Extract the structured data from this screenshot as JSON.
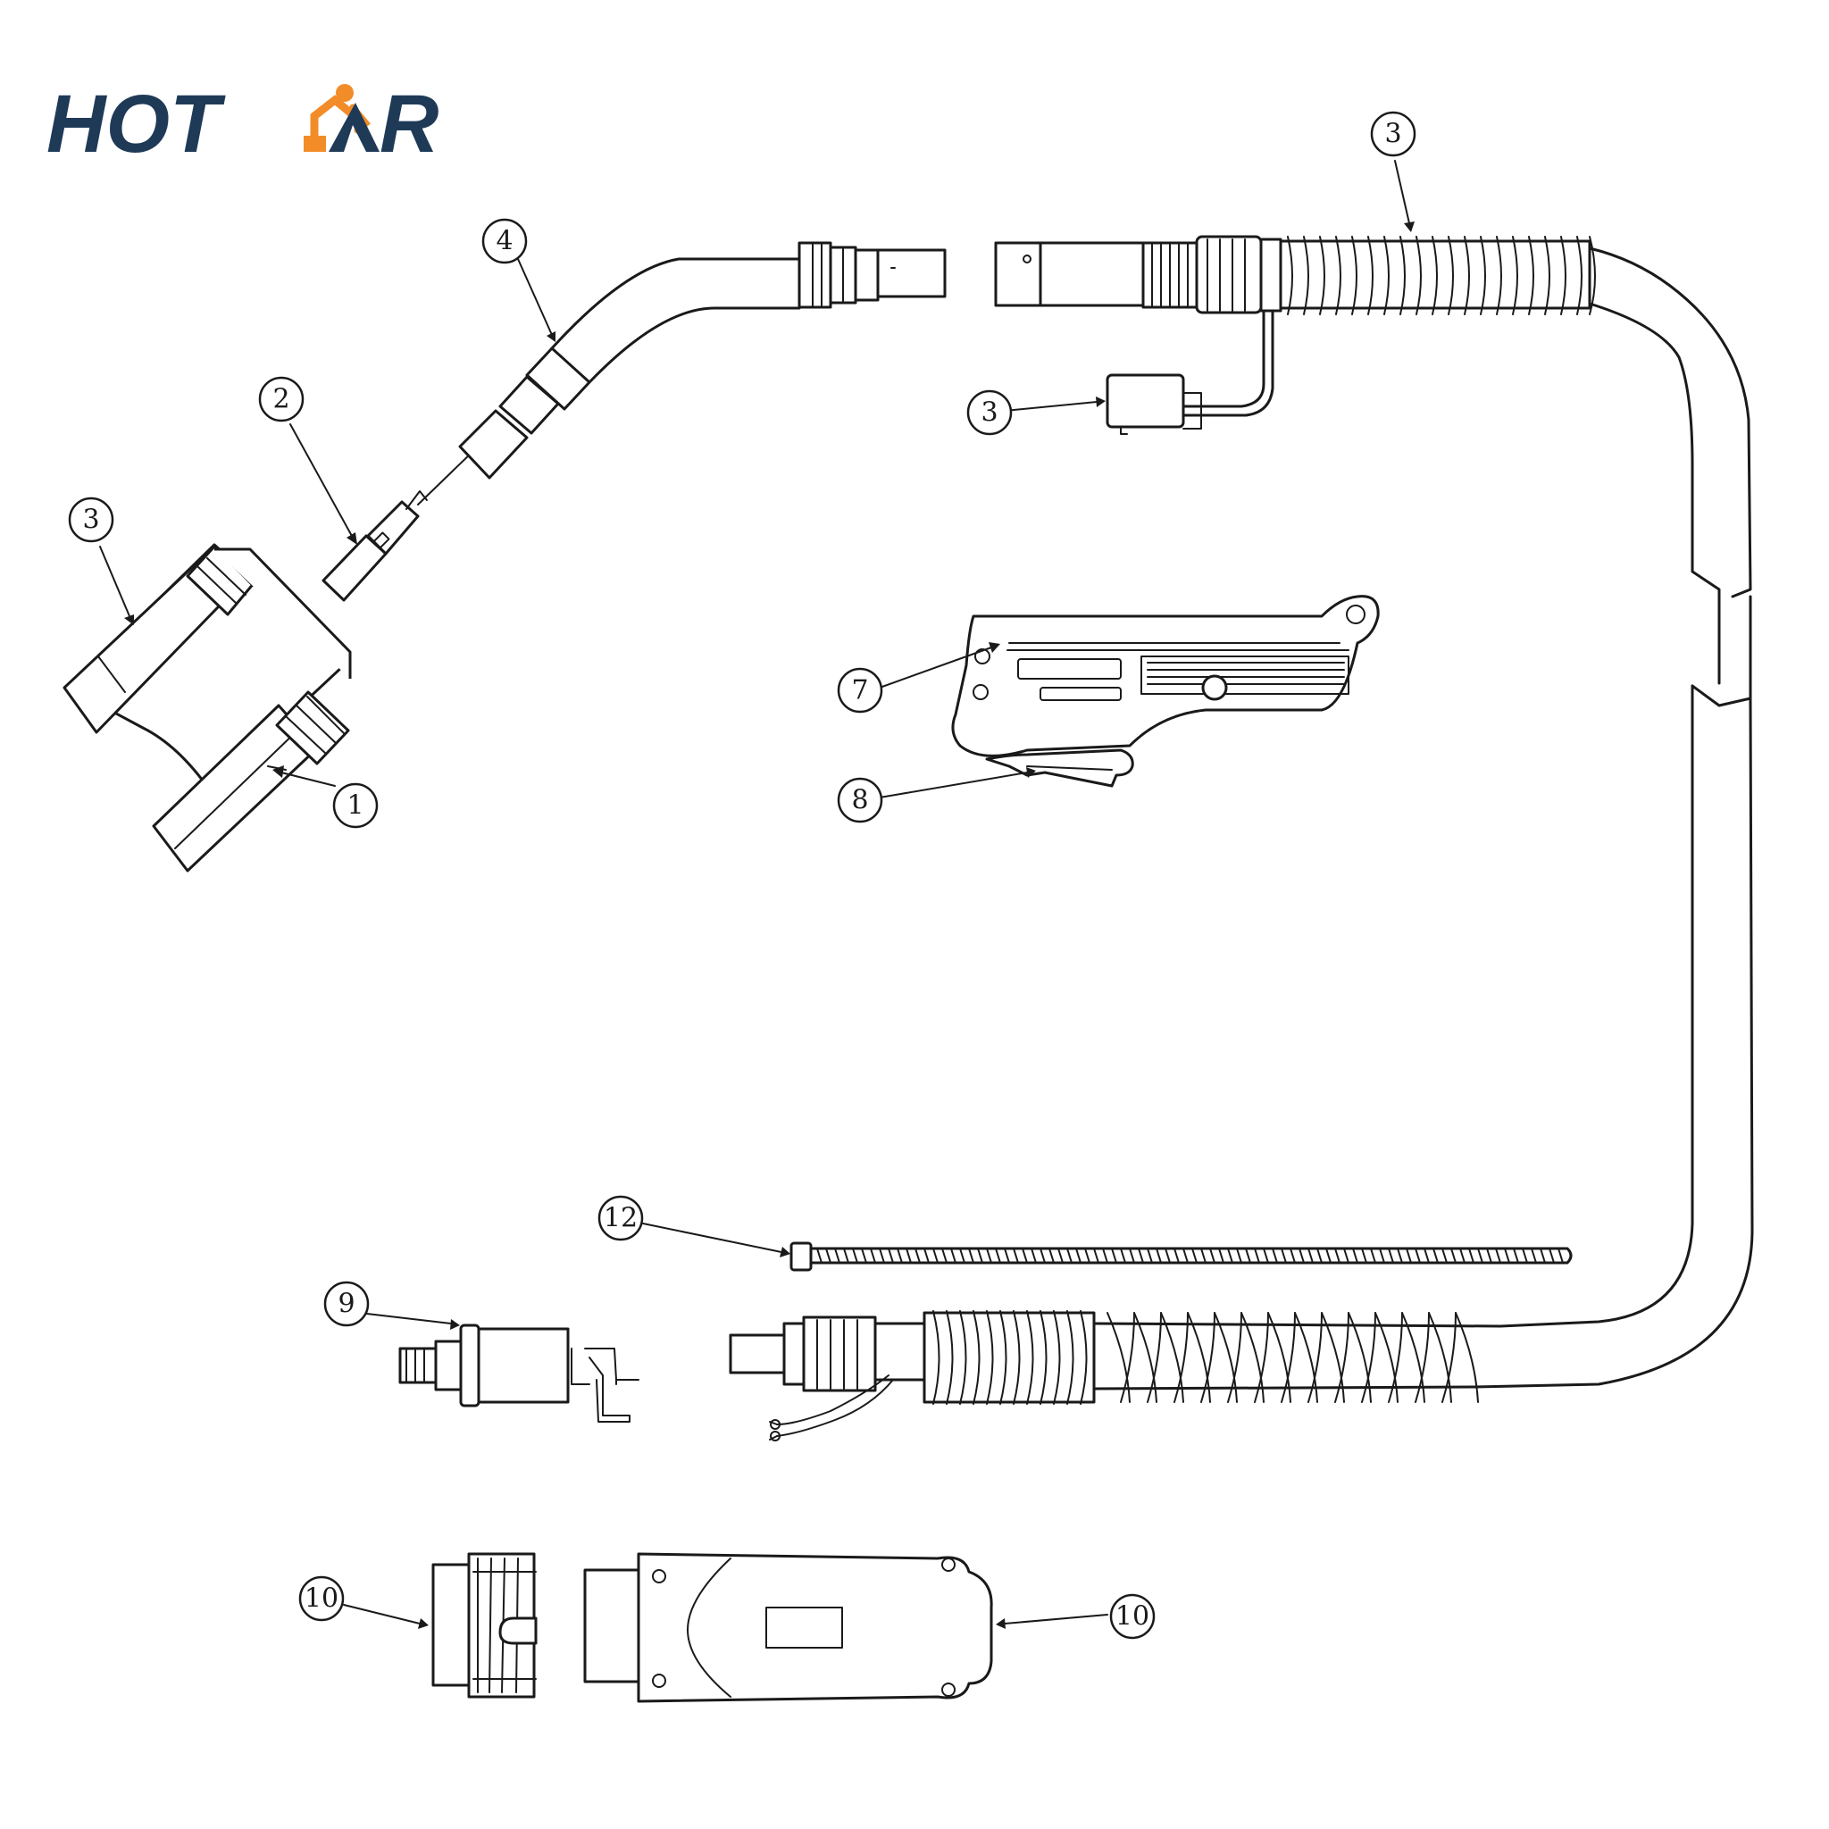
{
  "brand": {
    "text_left": "HOT",
    "text_right": "R",
    "logo_mark": "robot-arm-icon",
    "color_text": "#1f3a57",
    "color_mark": "#f28c28"
  },
  "callouts": [
    {
      "id": "c-1",
      "label": "1"
    },
    {
      "id": "c-2",
      "label": "2"
    },
    {
      "id": "c-3a",
      "label": "3"
    },
    {
      "id": "c-4",
      "label": "4"
    },
    {
      "id": "c-3b",
      "label": "3"
    },
    {
      "id": "c-3c",
      "label": "3"
    },
    {
      "id": "c-7",
      "label": "7"
    },
    {
      "id": "c-8",
      "label": "8"
    },
    {
      "id": "c-12",
      "label": "12"
    },
    {
      "id": "c-9",
      "label": "9"
    },
    {
      "id": "c-10a",
      "label": "10"
    },
    {
      "id": "c-10b",
      "label": "10"
    }
  ]
}
